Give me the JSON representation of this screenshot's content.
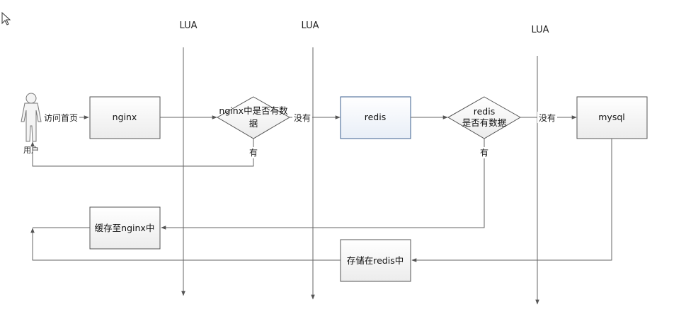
{
  "diagram": {
    "lane_labels": [
      "LUA",
      "LUA",
      "LUA"
    ],
    "actor_label": "用户",
    "nodes": {
      "nginx": "nginx",
      "nginx_check_line1": "nginx中是否有数",
      "nginx_check_line2": "据",
      "redis": "redis",
      "redis_check_line1": "redis",
      "redis_check_line2": "是否有数据",
      "mysql": "mysql",
      "cache_nginx": "缓存至nginx中",
      "store_redis": "存储在redis中"
    },
    "edge_labels": {
      "visit_home": "访问首页",
      "no_1": "没有",
      "no_2": "没有",
      "yes_1": "有",
      "yes_2": "有"
    }
  }
}
